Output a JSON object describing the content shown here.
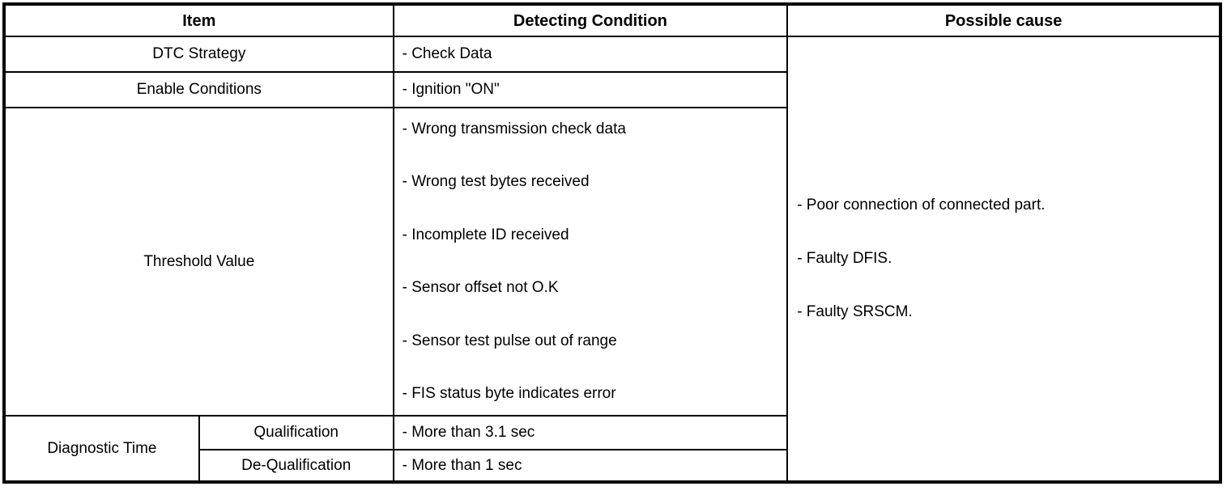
{
  "colors": {
    "border": "#000000",
    "background": "#ffffff",
    "text": "#000000"
  },
  "table": {
    "headers": {
      "item": "Item",
      "detecting_condition": "Detecting Condition",
      "possible_cause": "Possible cause"
    },
    "rows": {
      "dtc_strategy": {
        "label": "DTC Strategy",
        "condition": "- Check Data"
      },
      "enable_conditions": {
        "label": "Enable Conditions",
        "condition": "- Ignition \"ON\""
      },
      "threshold_value": {
        "label": "Threshold Value",
        "conditions": [
          "- Wrong transmission check data",
          "- Wrong test bytes received",
          "- Incomplete ID received",
          "- Sensor offset not O.K",
          "- Sensor test pulse out of range",
          "- FIS status byte indicates error"
        ]
      },
      "diagnostic_time": {
        "label": "Diagnostic Time",
        "sub_rows": [
          {
            "label": "Qualification",
            "condition": "- More than 3.1 sec"
          },
          {
            "label": "De-Qualification",
            "condition": "- More than 1 sec"
          }
        ]
      }
    },
    "possible_causes": [
      "- Poor connection of connected part.",
      "- Faulty DFIS.",
      "- Faulty SRSCM."
    ]
  }
}
